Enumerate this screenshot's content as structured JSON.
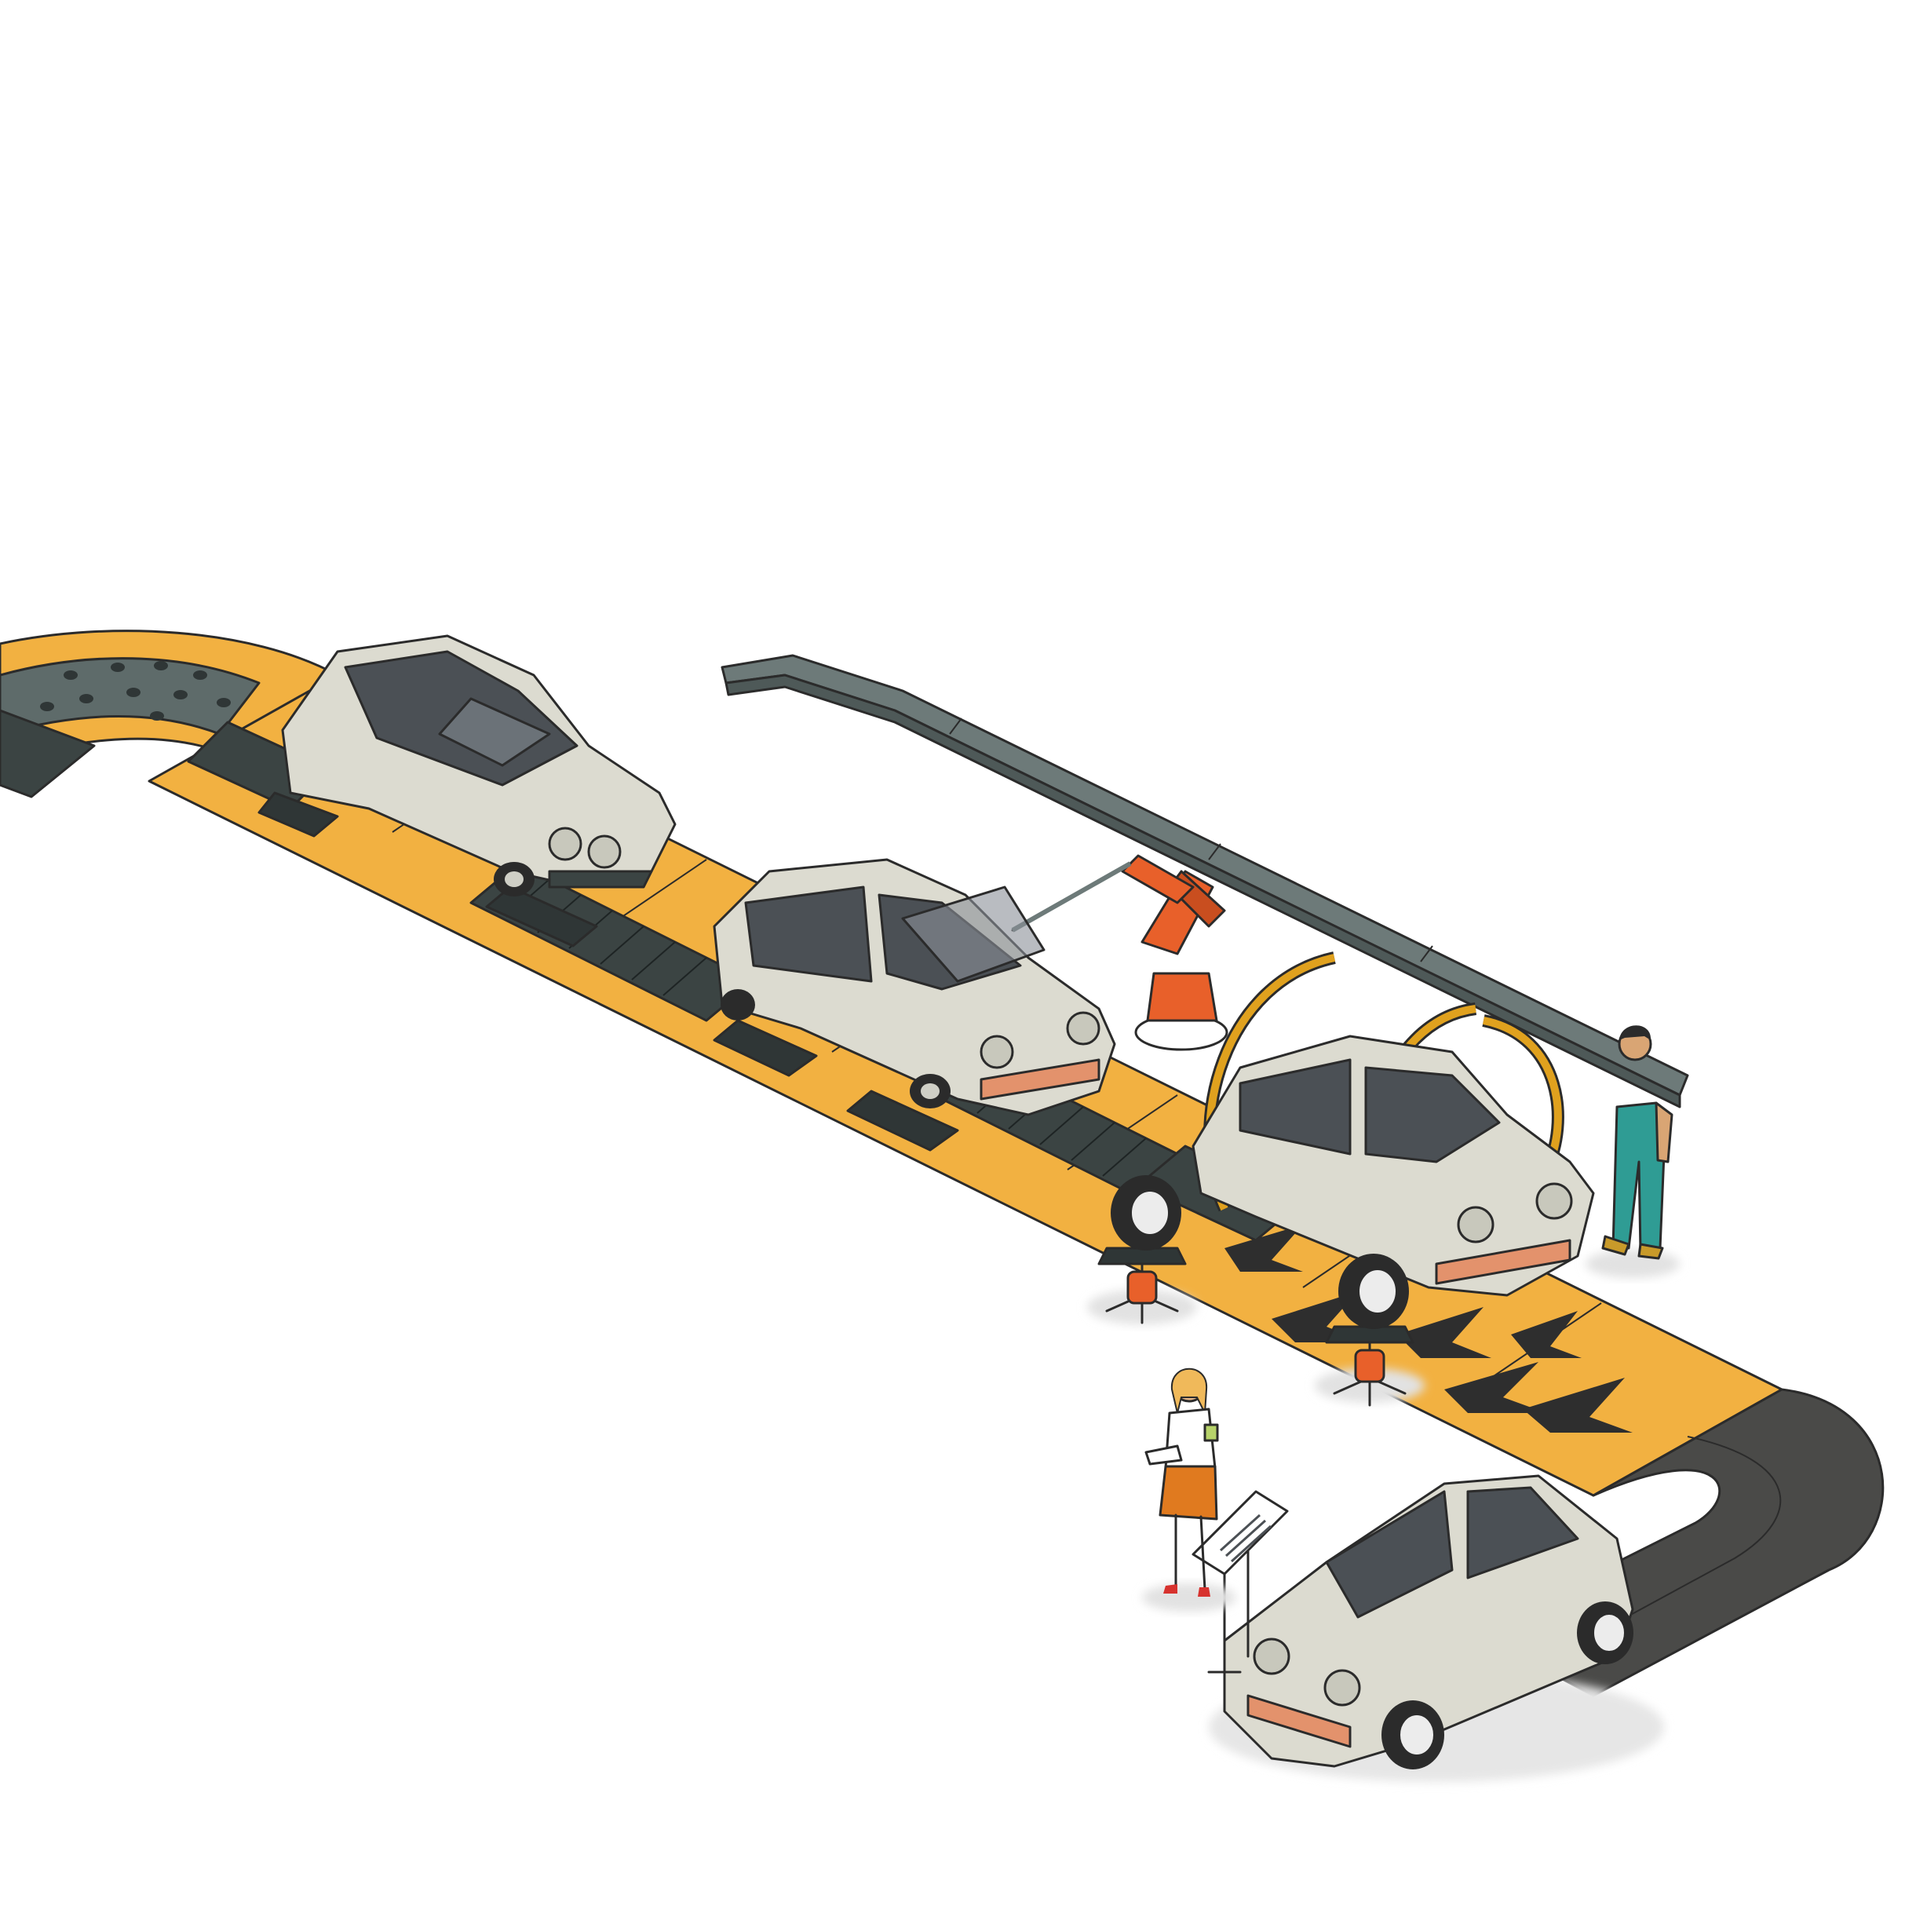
{
  "palette": {
    "background": "#ffffff",
    "track_yellow": "#f2b141",
    "conveyor_slate": "#5e6b6a",
    "conveyor_dark": "#3b4443",
    "ramp_dark": "#2f3636",
    "exit_road": "#4a4a48",
    "car_body": "#dcdbd0",
    "car_window": "#4b5055",
    "robot_orange": "#e8602a",
    "ring_gold": "#e0a11e",
    "gantry_grey": "#6d7a79",
    "worker_teal": "#2f9c94",
    "skirt_orange": "#e07a1f",
    "hair_blonde": "#f0b95a",
    "chevron_black": "#2e2e2e"
  },
  "cars": [
    {
      "stage": "body-shell-interior",
      "has_wheels": false
    },
    {
      "stage": "windshield-fitting",
      "has_wheels": false
    },
    {
      "stage": "wheel-mounting",
      "has_wheels": true
    },
    {
      "stage": "finished",
      "has_wheels": true
    }
  ],
  "equipment": {
    "robot_arm": "windshield-robot",
    "gantry": "overhead-gantry-beam",
    "rings": "inspection-rings",
    "wheel_stands": 2,
    "document_stand": "clipboard-stand"
  },
  "people": [
    {
      "role": "line-worker",
      "outfit": "teal-overalls"
    },
    {
      "role": "supervisor",
      "outfit": "white-blouse-orange-skirt"
    }
  ]
}
